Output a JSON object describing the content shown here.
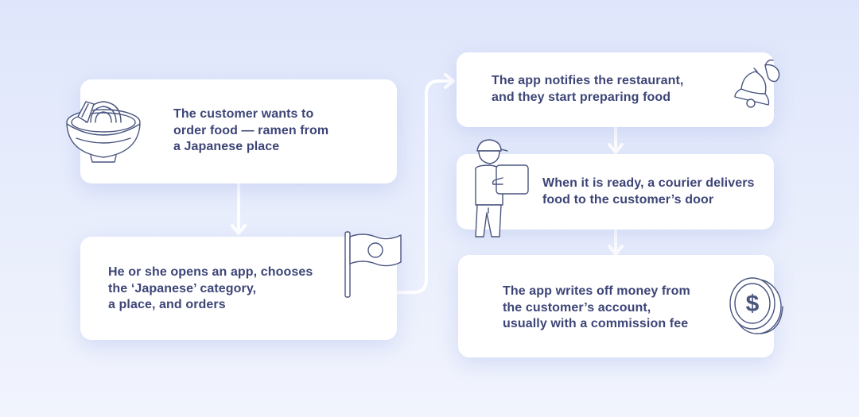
{
  "steps": [
    {
      "text": "The customer wants to\norder food — ramen from\na Japanese place",
      "icon": "ramen-bowl-icon"
    },
    {
      "text": "He or she opens an app, chooses\nthe ‘Japanese’ category,\na place, and orders",
      "icon": "japanese-flag-icon"
    },
    {
      "text": "The app notifies the restaurant,\nand they start preparing food",
      "icon": "bell-icon"
    },
    {
      "text": "When it is ready, a courier delivers\nfood to the customer’s door",
      "icon": "courier-icon"
    },
    {
      "text": "The app writes off money from\nthe customer’s account,\nusually with a commission fee",
      "icon": "coin-icon"
    }
  ],
  "colors": {
    "background_top": "#dfe6fb",
    "background_bottom": "#f1f4fd",
    "card": "#ffffff",
    "text": "#3d4577",
    "connector": "#ffffff",
    "icon_stroke": "#4a5580"
  }
}
